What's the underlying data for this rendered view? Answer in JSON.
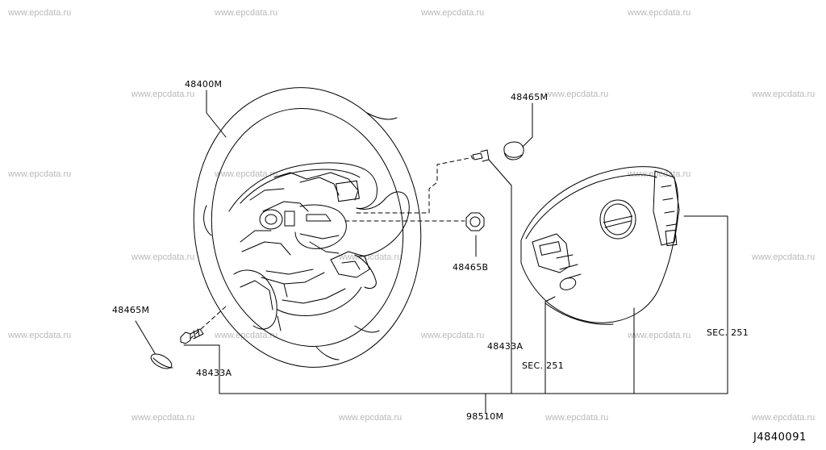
{
  "watermark": "www.epcdata.ru",
  "diagram_code": "J4840091",
  "parts": {
    "steering_wheel": "48400M",
    "ornament_top": "48465M",
    "nut": "48465B",
    "ornament_left": "48465M",
    "bolt_left": "48433A",
    "bolt_right": "48433A",
    "sec_right": "SEC. 251",
    "sec_bottom": "SEC. 251",
    "airbag_module": "98510M"
  }
}
